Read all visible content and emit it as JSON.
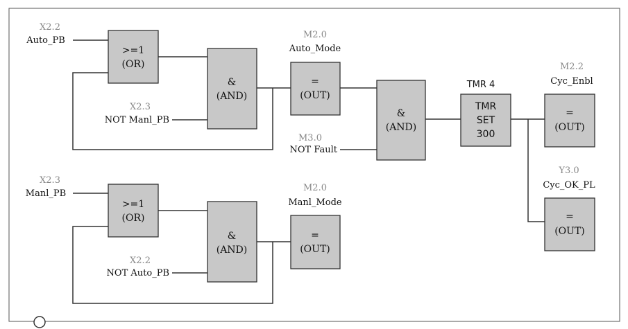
{
  "inputs": {
    "auto_pb": {
      "address": "X2.2",
      "name": "Auto_PB"
    },
    "not_manl_pb": {
      "address": "X2.3",
      "name": "NOT Manl_PB"
    },
    "not_fault": {
      "address": "M3.0",
      "name": "NOT Fault"
    },
    "manl_pb": {
      "address": "X2.3",
      "name": "Manl_PB"
    },
    "not_auto_pb": {
      "address": "X2.2",
      "name": "NOT Auto_PB"
    }
  },
  "outputs": {
    "auto_mode": {
      "address": "M2.0",
      "name": "Auto_Mode"
    },
    "manl_mode": {
      "address": "M2.0",
      "name": "Manl_Mode"
    },
    "cyc_enbl": {
      "address": "M2.2",
      "name": "Cyc_Enbl"
    },
    "cyc_ok_pl": {
      "address": "Y3.0",
      "name": "Cyc_OK_PL"
    }
  },
  "blocks": {
    "or_symbol": ">=1",
    "or_label": "(OR)",
    "and_symbol": "&",
    "and_label": "(AND)",
    "out_symbol": "=",
    "out_label": "(OUT)"
  },
  "timer": {
    "name": "TMR 4",
    "line1": "TMR",
    "line2": "SET",
    "preset": "300"
  }
}
